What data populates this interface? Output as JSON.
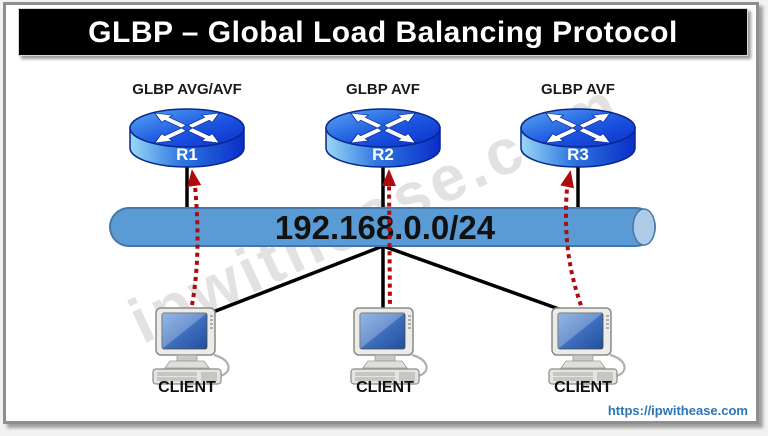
{
  "title": "GLBP – Global Load Balancing Protocol",
  "watermark": "ipwithease.com",
  "footer": {
    "url": "https://ipwithease.com"
  },
  "bus": {
    "label": "192.168.0.0/24"
  },
  "routers": [
    {
      "name": "R1",
      "role": "GLBP AVG/AVF"
    },
    {
      "name": "R2",
      "role": "GLBP AVF"
    },
    {
      "name": "R3",
      "role": "GLBP AVF"
    }
  ],
  "clients": [
    {
      "label": "CLIENT"
    },
    {
      "label": "CLIENT"
    },
    {
      "label": "CLIENT"
    }
  ],
  "colors": {
    "bus_fill": "#5b9bd5",
    "bus_stroke": "#4577a8",
    "traffic_arrow_red": "#ae0b0e",
    "link_black": "#000000",
    "router_blue_dark": "#0a2ec8",
    "router_blue_light": "#9ad8f6",
    "url_blue": "#2e75b6"
  }
}
